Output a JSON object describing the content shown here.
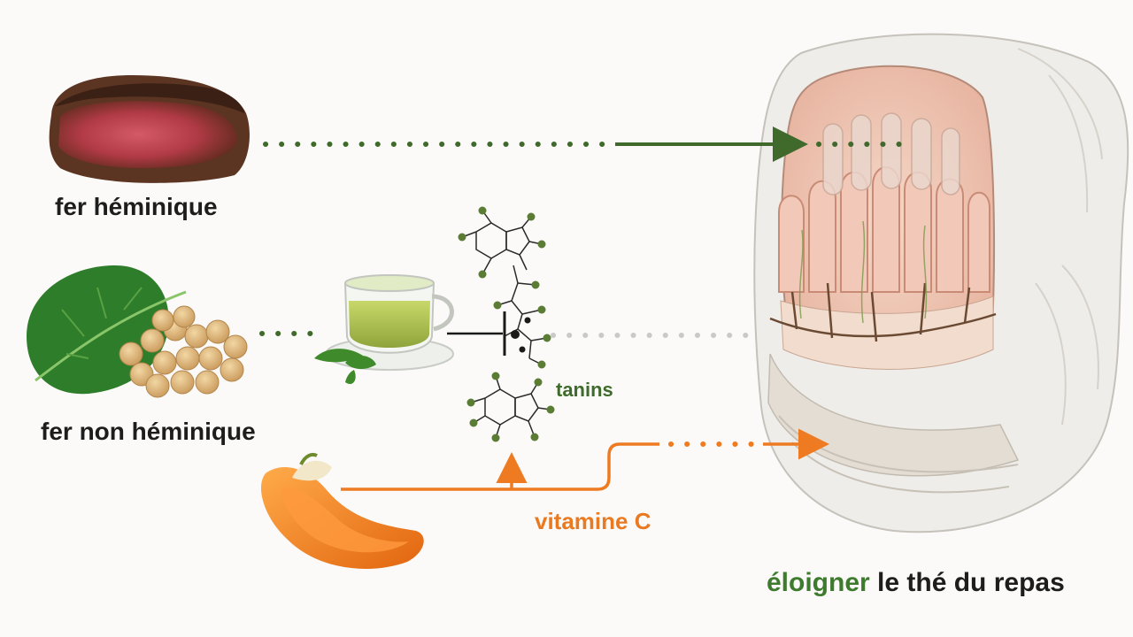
{
  "labels": {
    "heme_iron": "fer héminique",
    "non_heme_iron": "fer non héminique",
    "tannins": "tanins",
    "vitamin_c": "vitamine C",
    "advice_highlight": "éloigner",
    "advice_rest": " le thé du repas"
  },
  "colors": {
    "background": "#fbfaf8",
    "heme_path": "#3f6a2c",
    "tannin_path": "#3f6a2c",
    "blocked_path": "#c9c9c6",
    "vitamin_c_path": "#ee7b22",
    "advice_highlight": "#3e7b2e",
    "text": "#1d1d1d"
  },
  "icons": {
    "heme_source": "steak-icon",
    "non_heme_source": "spinach-chickpeas-icon",
    "inhibitor_source": "green-tea-cup-icon",
    "enhancer_source": "orange-pepper-icon",
    "tannin_structure": "tannin-molecule-icon",
    "target": "intestine-villi-cross-section"
  }
}
